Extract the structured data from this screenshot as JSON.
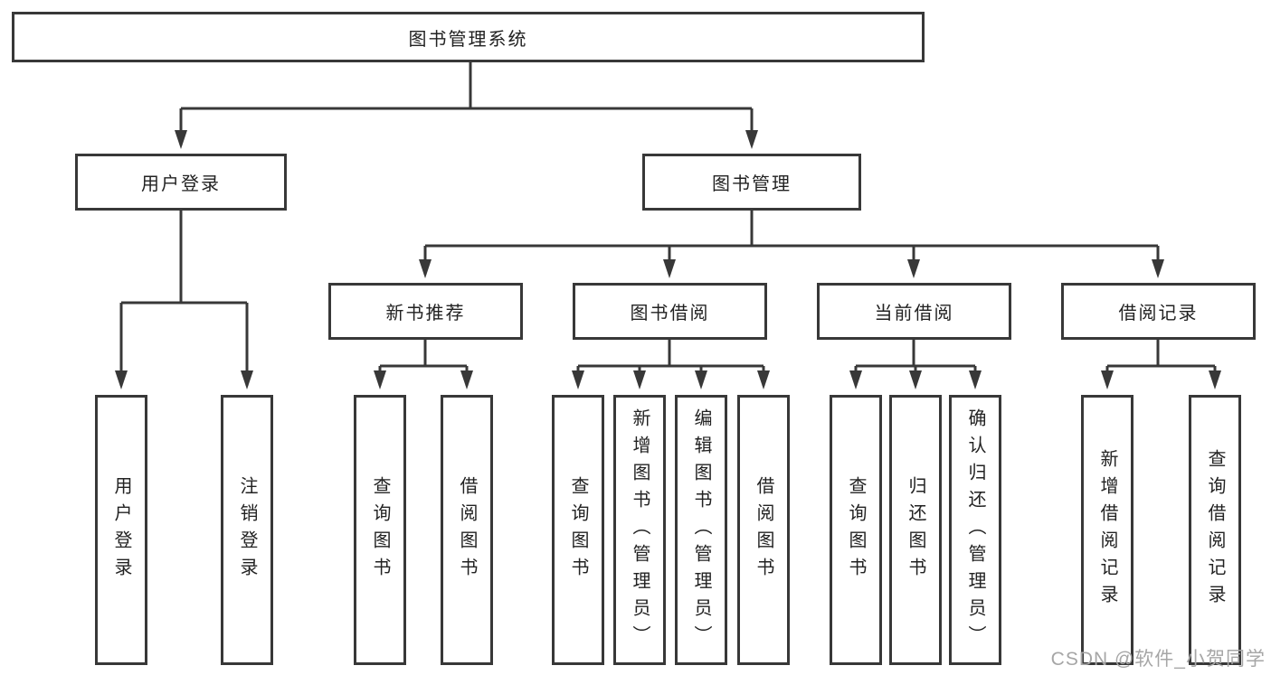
{
  "diagram": {
    "tree": {
      "label": "图书管理系统",
      "children": [
        {
          "label": "用户登录",
          "children": [
            {
              "label": "用户登录"
            },
            {
              "label": "注销登录"
            }
          ]
        },
        {
          "label": "图书管理",
          "children": [
            {
              "label": "新书推荐",
              "children": [
                {
                  "label": "查询图书"
                },
                {
                  "label": "借阅图书"
                }
              ]
            },
            {
              "label": "图书借阅",
              "children": [
                {
                  "label": "查询图书"
                },
                {
                  "label": "新增图书（管理员）"
                },
                {
                  "label": "编辑图书（管理员）"
                },
                {
                  "label": "借阅图书"
                }
              ]
            },
            {
              "label": "当前借阅",
              "children": [
                {
                  "label": "查询图书"
                },
                {
                  "label": "归还图书"
                },
                {
                  "label": "确认归还（管理员）"
                }
              ]
            },
            {
              "label": "借阅记录",
              "children": [
                {
                  "label": "新增借阅记录"
                },
                {
                  "label": "查询借阅记录"
                }
              ]
            }
          ]
        }
      ]
    },
    "colors": {
      "line": "#383838",
      "text": "#222222",
      "background": "#ffffff",
      "watermark_color": "#a6a6a6"
    }
  },
  "watermark": "CSDN @软件_小贺同学"
}
